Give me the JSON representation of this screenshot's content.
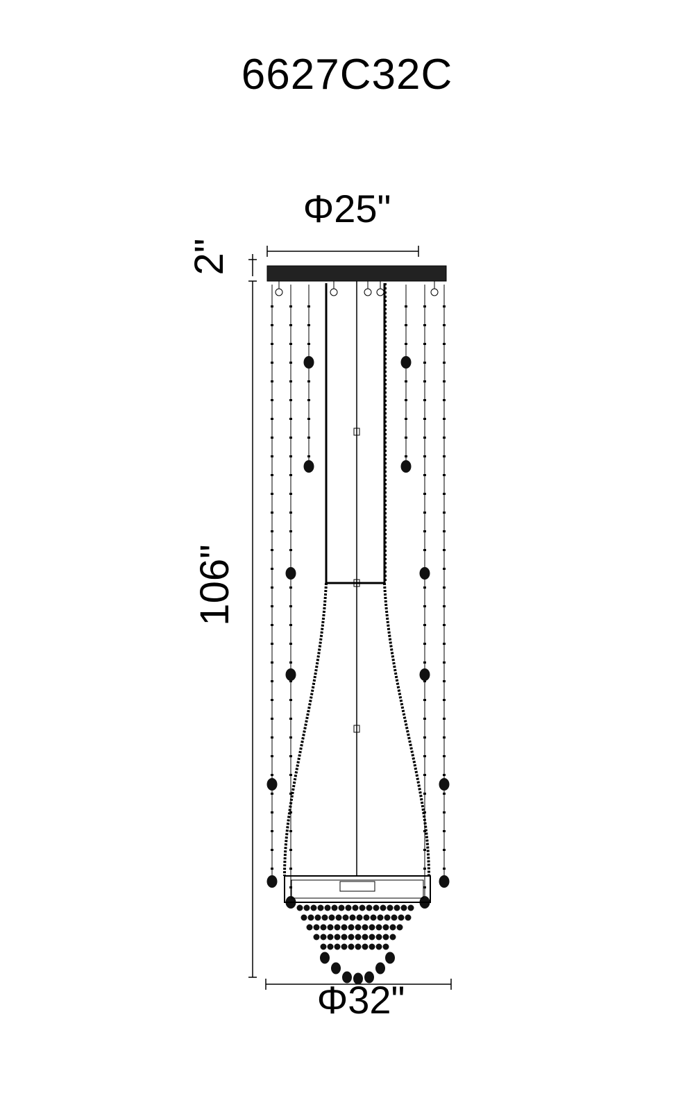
{
  "model_number": "6627C32C",
  "dimensions": {
    "top_diameter": "Φ25\"",
    "bottom_diameter": "Φ32\"",
    "canopy_height": "2\"",
    "body_height": "106\""
  },
  "colors": {
    "ink": "#000000",
    "background": "#ffffff",
    "canopy": "#222222"
  }
}
